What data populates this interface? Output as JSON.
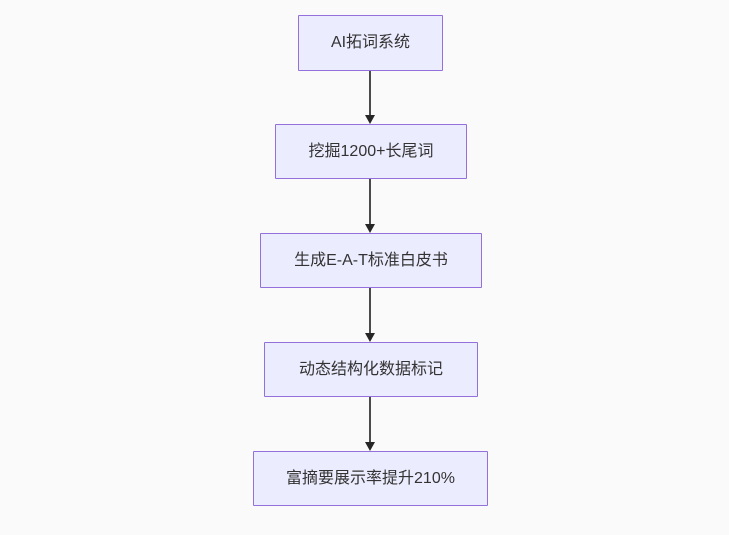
{
  "diagram": {
    "type": "flowchart",
    "direction": "top-down",
    "colors": {
      "background": "#fafafa",
      "node_fill": "#ECECFF",
      "node_border": "#9370DB",
      "node_text": "#333333",
      "edge_line": "#4b4b4b",
      "arrowhead": "#262626"
    },
    "nodes": [
      {
        "id": "n1",
        "label": "AI拓词系统"
      },
      {
        "id": "n2",
        "label": "挖掘1200+长尾词"
      },
      {
        "id": "n3",
        "label": "生成E-A-T标准白皮书"
      },
      {
        "id": "n4",
        "label": "动态结构化数据标记"
      },
      {
        "id": "n5",
        "label": "富摘要展示率提升210%"
      }
    ],
    "edges": [
      {
        "from": "n1",
        "to": "n2",
        "arrow": "down"
      },
      {
        "from": "n2",
        "to": "n3",
        "arrow": "down"
      },
      {
        "from": "n3",
        "to": "n4",
        "arrow": "down"
      },
      {
        "from": "n4",
        "to": "n5",
        "arrow": "down"
      }
    ]
  }
}
